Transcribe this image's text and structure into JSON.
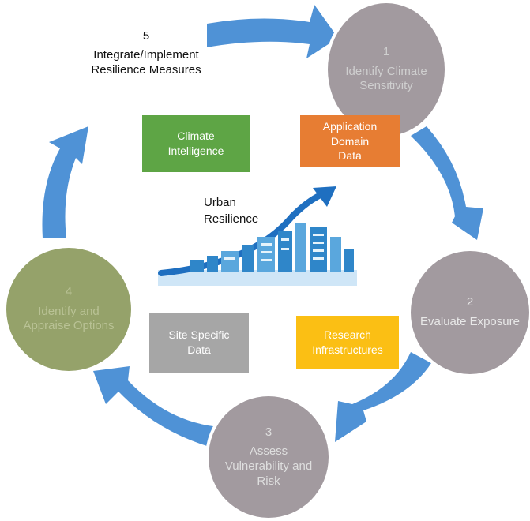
{
  "steps": [
    {
      "num": "1",
      "label": "Identify Climate Sensitivity"
    },
    {
      "num": "2",
      "label": "Evaluate Exposure"
    },
    {
      "num": "3",
      "label": "Assess Vulnerability and Risk"
    },
    {
      "num": "4",
      "label": "Identify and Appraise Options"
    },
    {
      "num": "5",
      "label": "Integrate/Implement Resilience Measures"
    }
  ],
  "boxes": {
    "climate_intelligence": "Climate Intelligence",
    "application_domain_data": "Application Domain Data",
    "site_specific_data": "Site Specific Data",
    "research_infrastructures": "Research Infrastructures"
  },
  "center": {
    "title": "Urban Resilience"
  },
  "colors": {
    "arrow": "#4f92d6",
    "grey_node": "#a29a9f",
    "green_node": "#95a26a",
    "climate_box": "#5ea545",
    "application_box": "#e77d33",
    "site_box": "#a6a6a6",
    "research_box": "#fbbf14"
  }
}
